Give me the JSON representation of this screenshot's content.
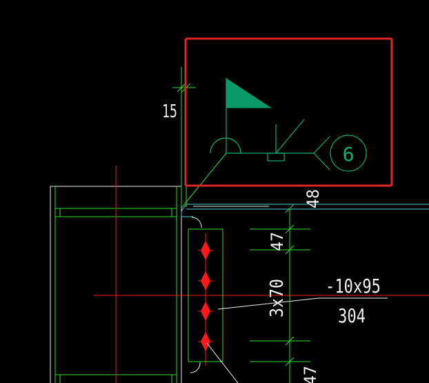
{
  "annotations": {
    "dim_15": "15",
    "dim_48": "48",
    "dim_47_top": "47",
    "dim_47_bottom": "47",
    "spacing": "3x70",
    "plate_size": "-10x95",
    "plate_length": "304",
    "weld_ref": "6"
  },
  "colors": {
    "background": "#000000",
    "green": "#2ee02e",
    "cyan": "#4fd3e6",
    "white": "#f2f2f2",
    "red": "#ff1a1a",
    "highlight": "#e0252b",
    "weld_flag": "#0a9a6a",
    "weld_symbol": "#0ab07a"
  }
}
